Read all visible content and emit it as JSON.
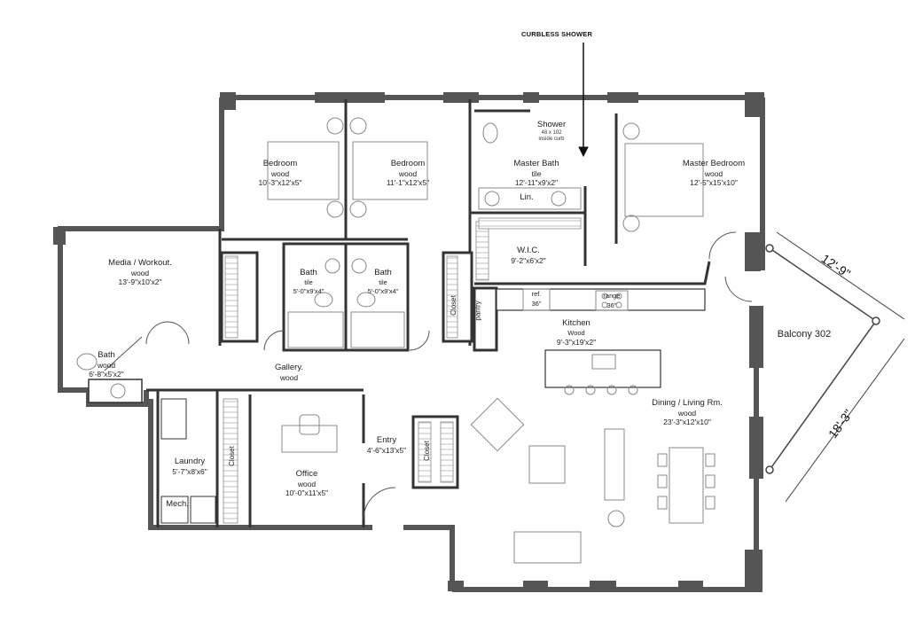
{
  "callout": {
    "text": "CURBLESS SHOWER"
  },
  "rooms": {
    "bedroom1": {
      "name": "Bedroom",
      "material": "wood",
      "size": "10'-3\"x12'x5\""
    },
    "bedroom2": {
      "name": "Bedroom",
      "material": "wood",
      "size": "11'-1\"x12'x5\""
    },
    "shower": {
      "name": "Shower",
      "note1": "48 x 102",
      "note2": "inside curb"
    },
    "master_bath": {
      "name": "Master Bath",
      "material": "tile",
      "size": "12'-11\"x9'x2\""
    },
    "master_bedroom": {
      "name": "Master Bedroom",
      "material": "wood",
      "size": "12'-5\"x15'x10\""
    },
    "linen": {
      "name": "Lin."
    },
    "wic": {
      "name": "W.I.C.",
      "size": "9'-2\"x6'x2\""
    },
    "media": {
      "name": "Media / Workout.",
      "material": "wood",
      "size": "13'-9\"x10'x2\""
    },
    "bath_left": {
      "name": "Bath",
      "material": "tile",
      "size": "5'-0\"x9'x4\""
    },
    "bath_right": {
      "name": "Bath",
      "material": "tile",
      "size": "5'-0\"x9'x4\""
    },
    "closet_mid": {
      "name": "Closet"
    },
    "pantry": {
      "name": "pantry"
    },
    "ref": {
      "name": "ref.",
      "size": "36\""
    },
    "range": {
      "name": "range",
      "size": "36\""
    },
    "kitchen": {
      "name": "Kitchen",
      "material": "Wood",
      "size": "9'-3\"x19'x2\""
    },
    "bath_small": {
      "name": "Bath",
      "material": "wood",
      "size": "6'-8\"x5'x2\""
    },
    "gallery": {
      "name": "Gallery.",
      "material": "wood"
    },
    "dining": {
      "name": "Dining / Living Rm.",
      "material": "wood",
      "size": "23'-3\"x12'x10\""
    },
    "laundry": {
      "name": "Laundry",
      "size": "5'-7\"x8'x6\""
    },
    "mech": {
      "name": "Mech."
    },
    "closet_office": {
      "name": "Closet"
    },
    "office": {
      "name": "Office",
      "material": "wood",
      "size": "10'-0\"x11'x5\""
    },
    "entry": {
      "name": "Entry",
      "size": "4'-6\"x13'x5\""
    },
    "closet_entry": {
      "name": "Closet"
    },
    "balcony": {
      "name": "Balcony 302"
    }
  },
  "dimensions": {
    "balcony_top": "12'-9\"",
    "balcony_side": "18'-3\""
  }
}
